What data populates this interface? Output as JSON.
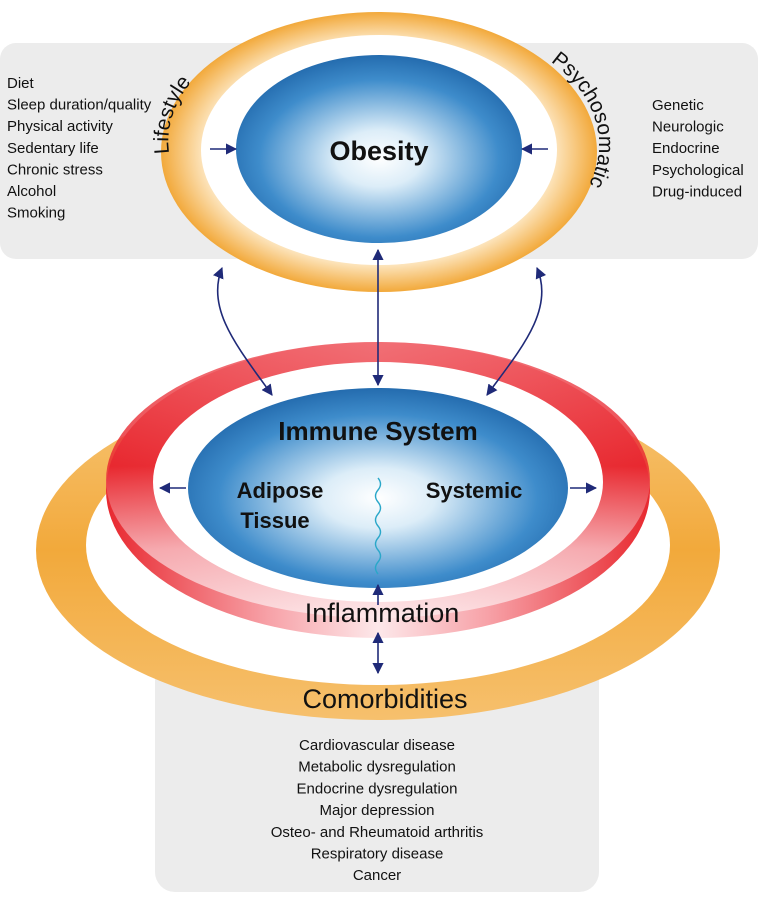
{
  "center": {
    "title": "Obesity"
  },
  "lifestyle": {
    "ring_label": "Lifestyle",
    "factors": [
      "Diet",
      "Sleep duration/quality",
      "Physical activity",
      "Sedentary life",
      "Chronic stress",
      "Alcohol",
      "Smoking"
    ]
  },
  "psychosomatic": {
    "ring_label": "Psychosomatic",
    "factors": [
      "Genetic",
      "Neurologic",
      "Endocrine",
      "Psychological",
      "Drug-induced"
    ]
  },
  "immune": {
    "title": "Immune System",
    "left_label": [
      "Adipose",
      "Tissue"
    ],
    "right_label": "Systemic",
    "ring_label": "Inflammation"
  },
  "comorbidities": {
    "ring_label": "Comorbidities",
    "items": [
      "Cardiovascular disease",
      "Metabolic dysregulation",
      "Endocrine dysregulation",
      "Major depression",
      "Osteo- and Rheumatoid arthritis",
      "Respiratory disease",
      "Cancer"
    ]
  },
  "colors": {
    "panel": "#ececec",
    "orange_ring": "#f2a93b",
    "orange_light": "#fde7c2",
    "red_ring": "#e8282f",
    "red_light": "#fbd7da",
    "blue": "#1f6fb8",
    "blue_light": "#e9f4fb",
    "arrow": "#1f2a78",
    "wave": "#2aa7c9"
  }
}
